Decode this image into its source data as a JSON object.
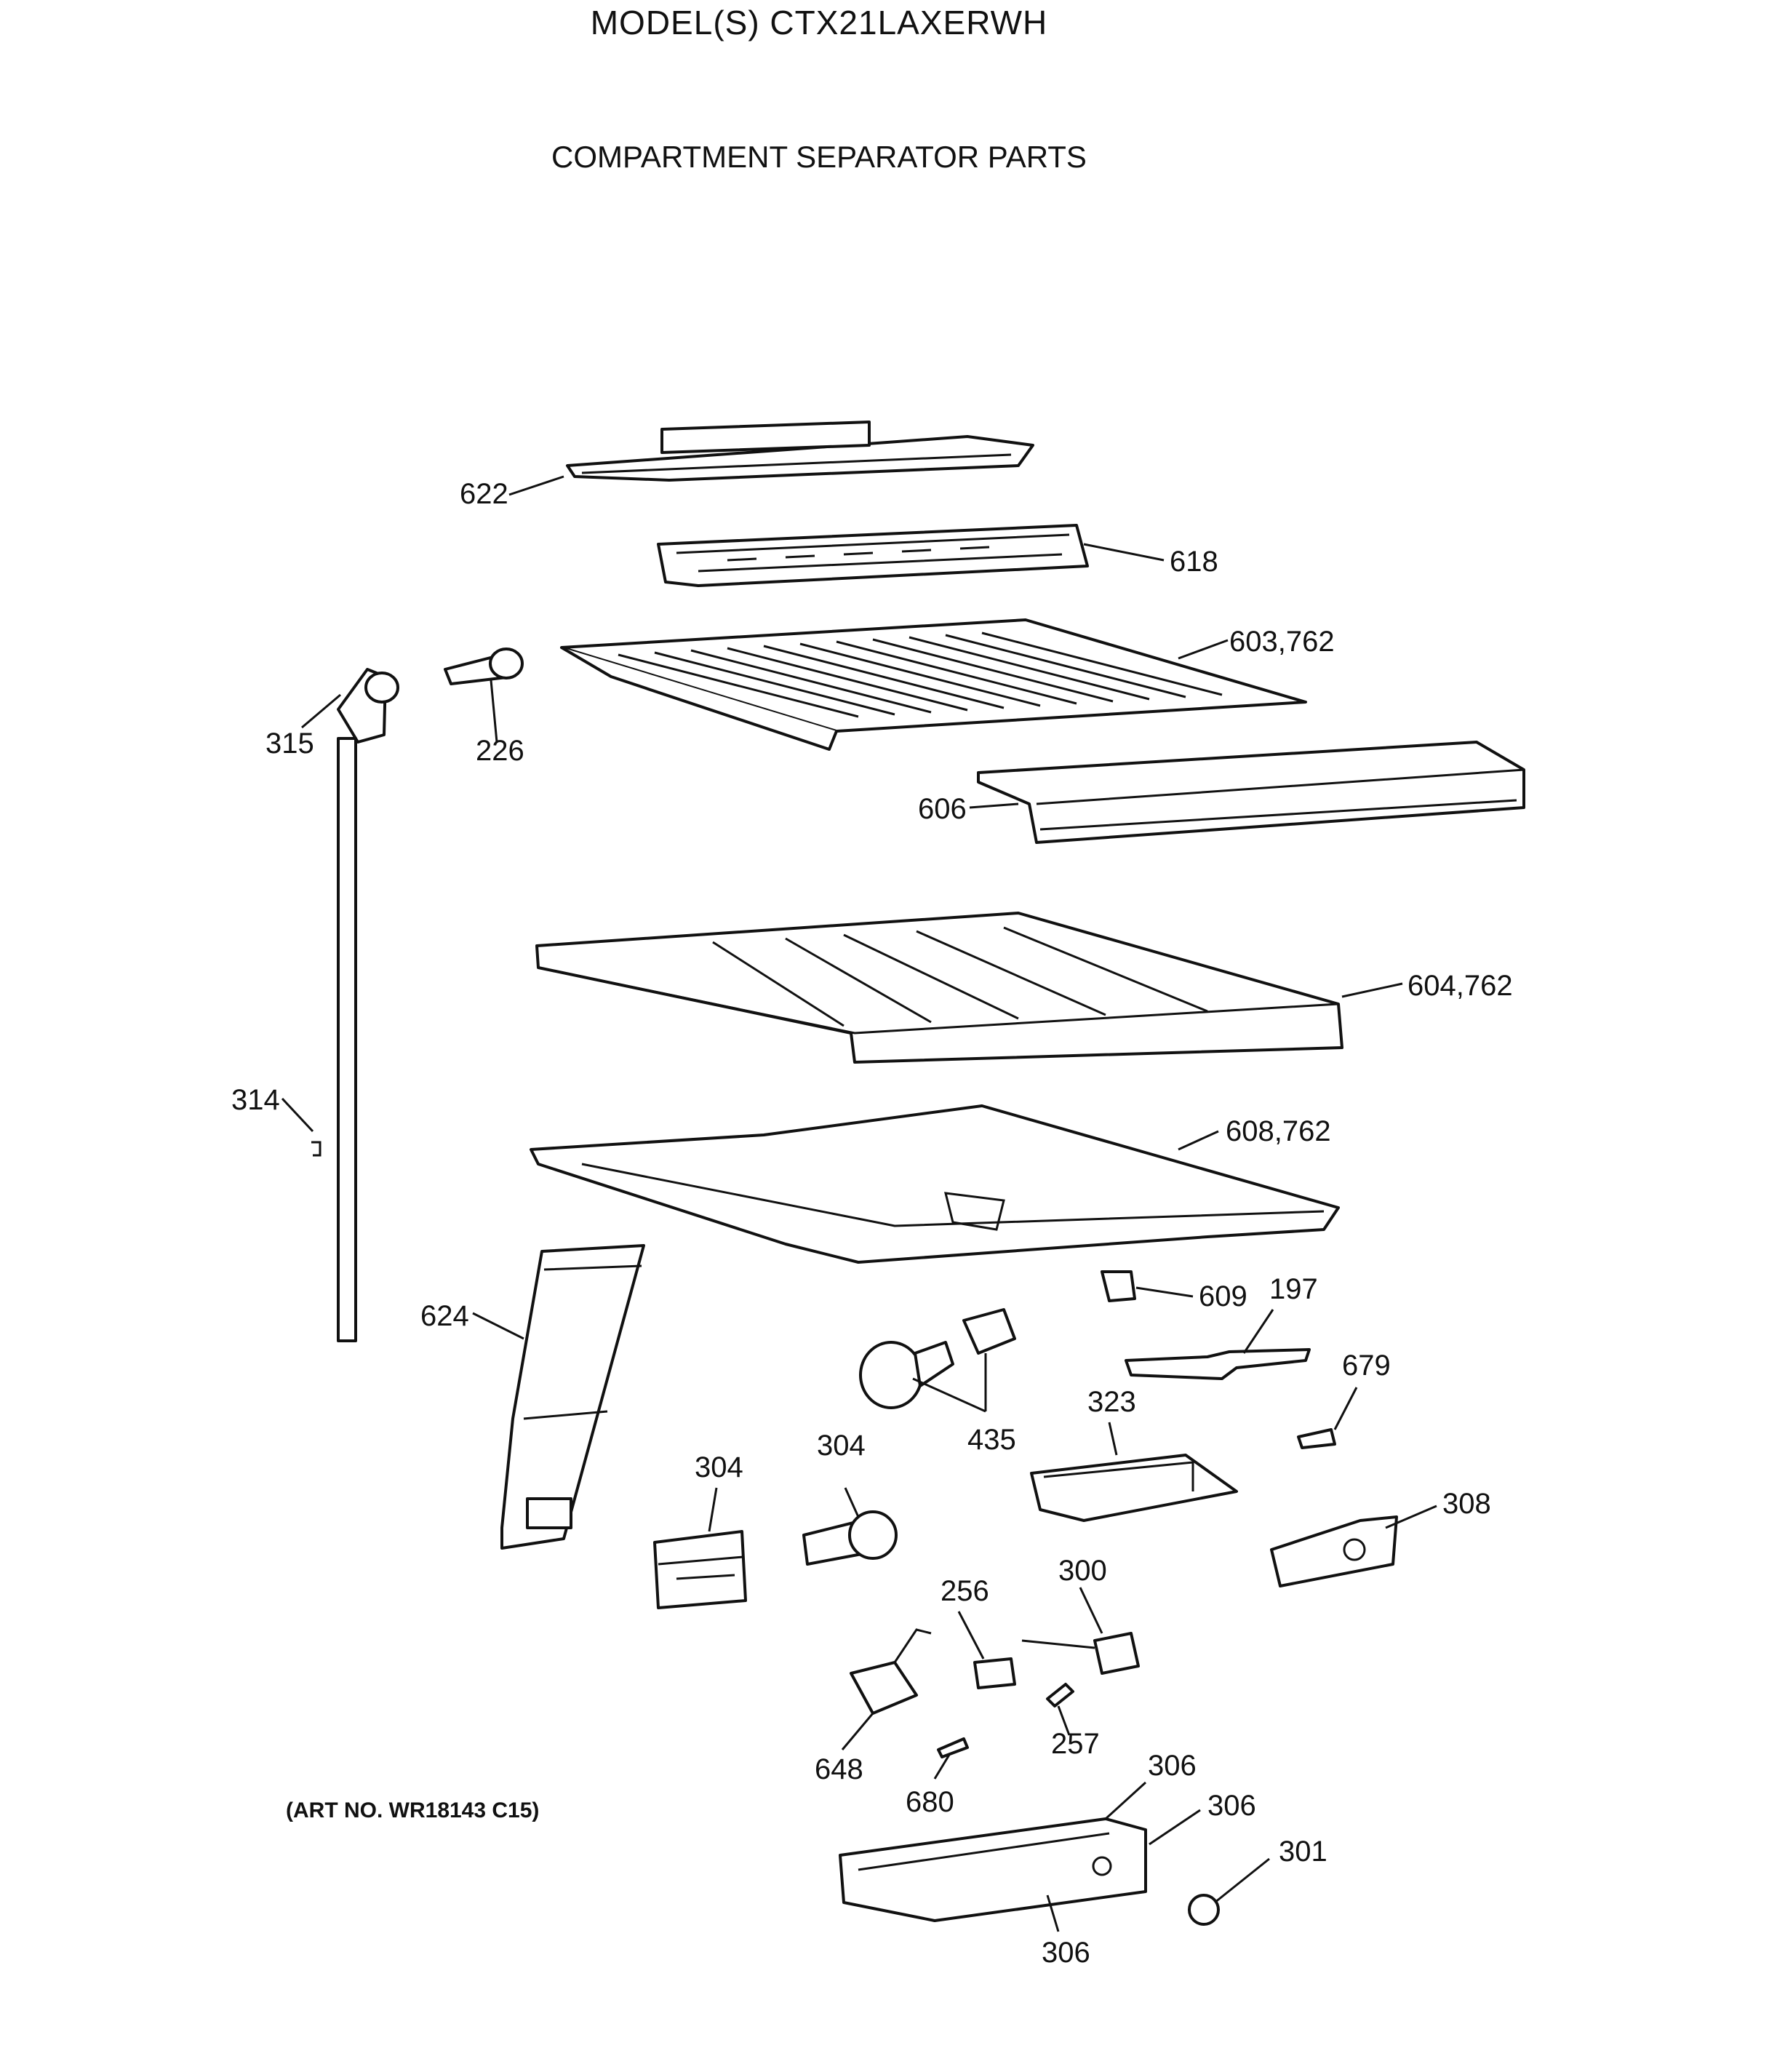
{
  "header": {
    "title": "MODEL(S) CTX21LAXERWH",
    "subtitle": "COMPARTMENT SEPARATOR PARTS"
  },
  "footer": {
    "art_number": "(ART NO. WR18143 C15)"
  },
  "callouts": {
    "c622": "622",
    "c618": "618",
    "c603": "603,762",
    "c315": "315",
    "c226": "226",
    "c606": "606",
    "c604": "604,762",
    "c314": "314",
    "c608": "608,762",
    "c609": "609",
    "c197": "197",
    "c624": "624",
    "c679": "679",
    "c435": "435",
    "c323": "323",
    "c304a": "304",
    "c304b": "304",
    "c308": "308",
    "c256": "256",
    "c300": "300",
    "c257": "257",
    "c648": "648",
    "c680": "680",
    "c306a": "306",
    "c306b": "306",
    "c301": "301",
    "c306c": "306"
  }
}
